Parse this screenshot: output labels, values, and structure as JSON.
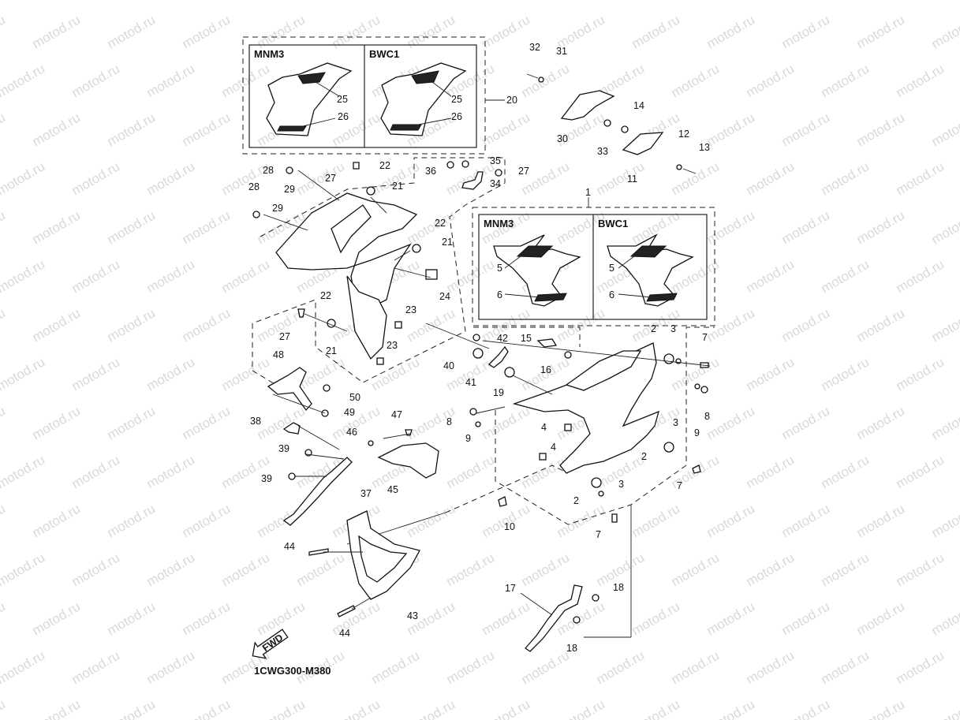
{
  "diagram": {
    "code": "1CWG300-M380",
    "fwd_label": "FWD",
    "watermark": "motod.ru",
    "insets": {
      "top": {
        "label": "20",
        "left_title": "MNM3",
        "right_title": "BWC1",
        "part_a": "25",
        "part_b": "26"
      },
      "right": {
        "label": "1",
        "left_title": "MNM3",
        "right_title": "BWC1",
        "part_a": "5",
        "part_b": "6"
      }
    },
    "callouts": [
      "2",
      "3",
      "4",
      "7",
      "8",
      "9",
      "10",
      "11",
      "12",
      "13",
      "14",
      "15",
      "16",
      "17",
      "18",
      "19",
      "21",
      "22",
      "23",
      "24",
      "27",
      "28",
      "29",
      "30",
      "31",
      "32",
      "33",
      "34",
      "35",
      "36",
      "37",
      "38",
      "39",
      "40",
      "41",
      "42",
      "43",
      "44",
      "45",
      "46",
      "47",
      "48",
      "49",
      "50"
    ]
  }
}
